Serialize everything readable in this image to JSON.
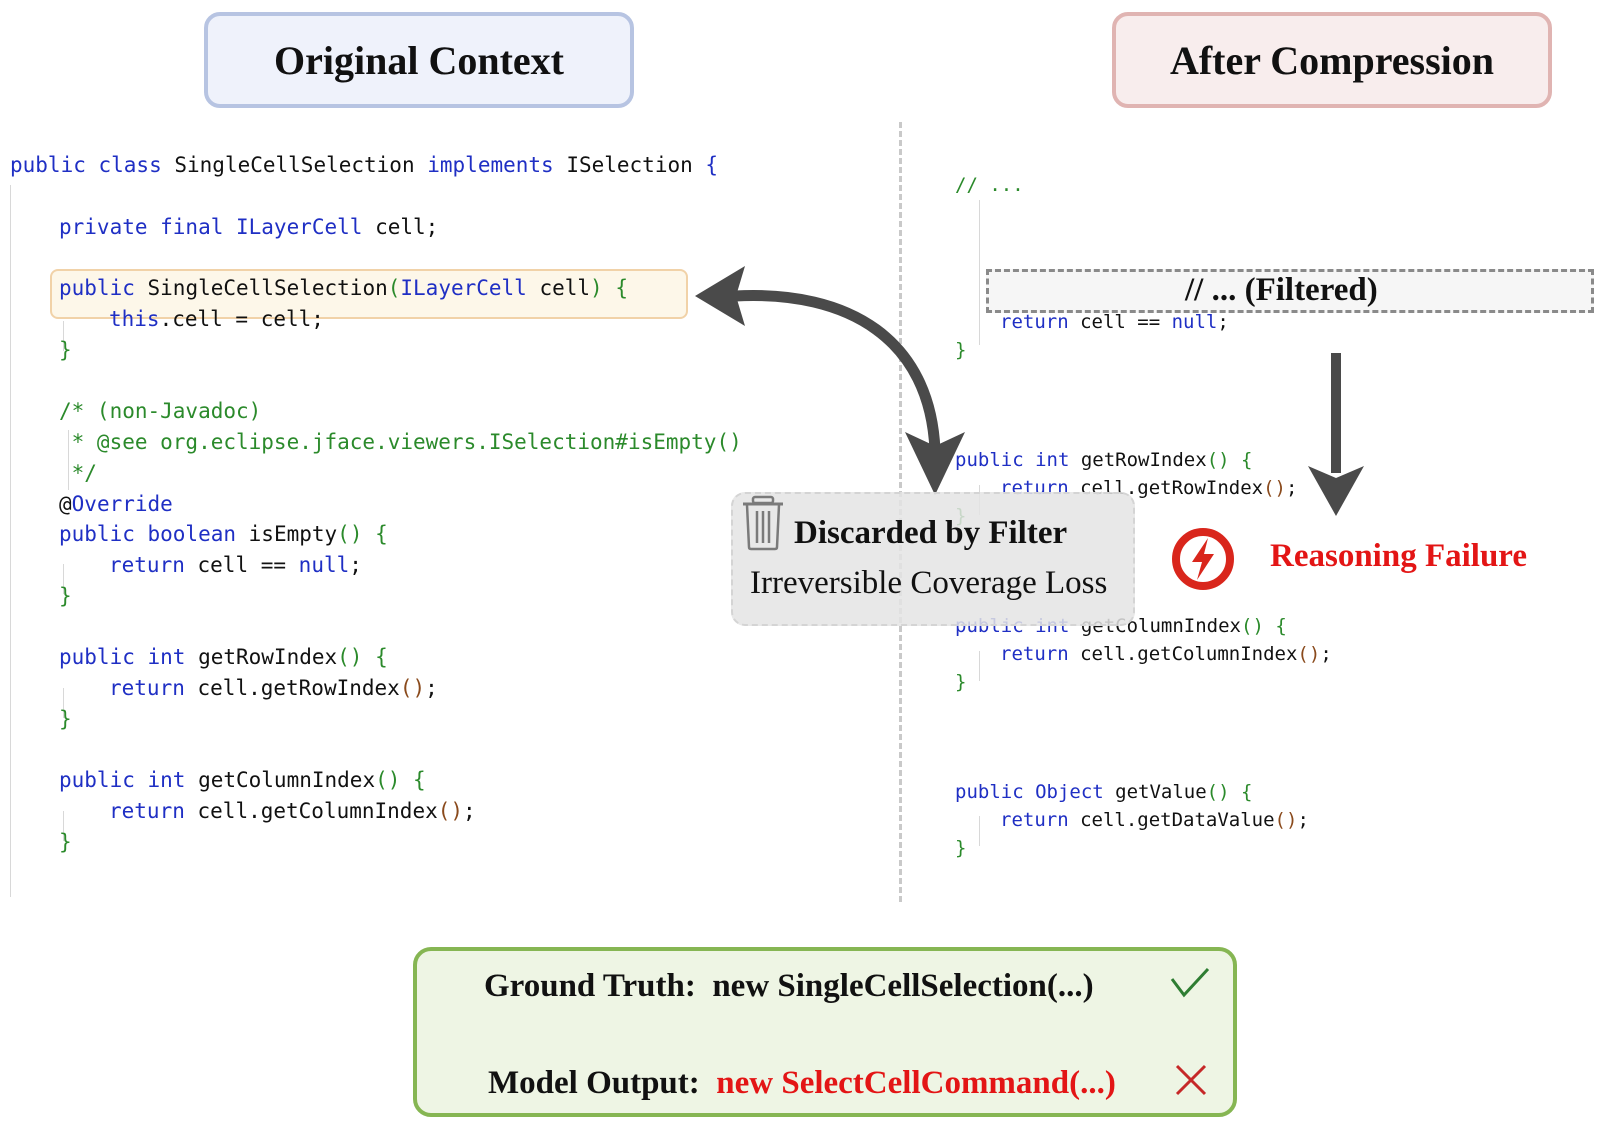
{
  "headers": {
    "left": "Original Context",
    "right": "After Compression"
  },
  "original_code": {
    "lines": [
      {
        "id": "class_decl",
        "tokens": [
          [
            "kw",
            "public class "
          ],
          [
            "tx",
            "SingleCellSelection "
          ],
          [
            "kw",
            "implements "
          ],
          [
            "tx",
            "ISelection "
          ],
          [
            "kw",
            "{"
          ]
        ]
      },
      {
        "id": "field",
        "tokens": [
          [
            "kw",
            "private final ILayerCell "
          ],
          [
            "tx",
            "cell;"
          ]
        ]
      },
      {
        "id": "ctor_decl",
        "tokens": [
          [
            "kw",
            "public "
          ],
          [
            "tx",
            "SingleCellSelection"
          ],
          [
            "br",
            "("
          ],
          [
            "kw",
            "ILayerCell "
          ],
          [
            "tx",
            "cell"
          ],
          [
            "br",
            ") {"
          ]
        ]
      },
      {
        "id": "ctor_body",
        "tokens": [
          [
            "kw",
            "this"
          ],
          [
            "tx",
            ".cell = cell;"
          ]
        ]
      },
      {
        "id": "ctor_close",
        "tokens": [
          [
            "br",
            "}"
          ]
        ]
      },
      {
        "id": "comment_1",
        "tokens": [
          [
            "cm",
            "/* (non-Javadoc)"
          ]
        ]
      },
      {
        "id": "comment_2",
        "tokens": [
          [
            "cm",
            " * @see org.eclipse.jface.viewers.ISelection#isEmpty()"
          ]
        ]
      },
      {
        "id": "comment_3",
        "tokens": [
          [
            "cm",
            " */"
          ]
        ]
      },
      {
        "id": "override",
        "tokens": [
          [
            "tx",
            "@"
          ],
          [
            "kw",
            "Override"
          ]
        ]
      },
      {
        "id": "isempty_decl",
        "tokens": [
          [
            "kw",
            "public boolean "
          ],
          [
            "tx",
            "isEmpty"
          ],
          [
            "br",
            "() {"
          ]
        ]
      },
      {
        "id": "isempty_body",
        "tokens": [
          [
            "kw",
            "return "
          ],
          [
            "tx",
            "cell == "
          ],
          [
            "kw",
            "null"
          ],
          [
            "tx",
            ";"
          ]
        ]
      },
      {
        "id": "isempty_close",
        "tokens": [
          [
            "br",
            "}"
          ]
        ]
      },
      {
        "id": "getrow_decl",
        "tokens": [
          [
            "kw",
            "public int "
          ],
          [
            "tx",
            "getRowIndex"
          ],
          [
            "br",
            "() {"
          ]
        ]
      },
      {
        "id": "getrow_body",
        "tokens": [
          [
            "kw",
            "return "
          ],
          [
            "tx",
            "cell.getRowIndex"
          ],
          [
            "pr",
            "()"
          ],
          [
            "tx",
            ";"
          ]
        ]
      },
      {
        "id": "getrow_close",
        "tokens": [
          [
            "br",
            "}"
          ]
        ]
      },
      {
        "id": "getcol_decl",
        "tokens": [
          [
            "kw",
            "public int "
          ],
          [
            "tx",
            "getColumnIndex"
          ],
          [
            "br",
            "() {"
          ]
        ]
      },
      {
        "id": "getcol_body",
        "tokens": [
          [
            "kw",
            "return "
          ],
          [
            "tx",
            "cell.getColumnIndex"
          ],
          [
            "pr",
            "()"
          ],
          [
            "tx",
            ";"
          ]
        ]
      },
      {
        "id": "getcol_close",
        "tokens": [
          [
            "br",
            "}"
          ]
        ]
      }
    ]
  },
  "compressed_code": {
    "lines": [
      {
        "id": "ellipsis_comment",
        "tokens": [
          [
            "cm",
            "// ..."
          ]
        ]
      },
      {
        "id": "return_null",
        "tokens": [
          [
            "kw",
            "return "
          ],
          [
            "tx",
            "cell == "
          ],
          [
            "kw",
            "null"
          ],
          [
            "tx",
            ";"
          ]
        ]
      },
      {
        "id": "close_1",
        "tokens": [
          [
            "br",
            "}"
          ]
        ]
      },
      {
        "id": "getrow_decl",
        "tokens": [
          [
            "kw",
            "public int "
          ],
          [
            "tx",
            "getRowIndex"
          ],
          [
            "br",
            "() {"
          ]
        ]
      },
      {
        "id": "getrow_body",
        "tokens": [
          [
            "kw",
            "return "
          ],
          [
            "tx",
            "cell.getRowIndex"
          ],
          [
            "pr",
            "()"
          ],
          [
            "tx",
            ";"
          ]
        ]
      },
      {
        "id": "getrow_close",
        "tokens": [
          [
            "br",
            "}"
          ]
        ]
      },
      {
        "id": "getcol_decl",
        "tokens": [
          [
            "kw",
            "public int "
          ],
          [
            "tx",
            "getColumnIndex"
          ],
          [
            "br",
            "() {"
          ]
        ]
      },
      {
        "id": "getcol_body",
        "tokens": [
          [
            "kw",
            "return "
          ],
          [
            "tx",
            "cell.getColumnIndex"
          ],
          [
            "pr",
            "()"
          ],
          [
            "tx",
            ";"
          ]
        ]
      },
      {
        "id": "getcol_close",
        "tokens": [
          [
            "br",
            "}"
          ]
        ]
      },
      {
        "id": "getvalue_decl",
        "tokens": [
          [
            "kw",
            "public Object "
          ],
          [
            "tx",
            "getValue"
          ],
          [
            "br",
            "() {"
          ]
        ]
      },
      {
        "id": "getvalue_body",
        "tokens": [
          [
            "kw",
            "return "
          ],
          [
            "tx",
            "cell.getDataValue"
          ],
          [
            "pr",
            "()"
          ],
          [
            "tx",
            ";"
          ]
        ]
      },
      {
        "id": "getvalue_close",
        "tokens": [
          [
            "br",
            "}"
          ]
        ]
      }
    ]
  },
  "annotations": {
    "filtered": "// ...  (Filtered)",
    "discard_title": "Discarded by Filter",
    "discard_subtitle": "Irreversible Coverage Loss",
    "discard_icon": "trash-icon",
    "failure_label": "Reasoning Failure",
    "failure_icon": "lightning-icon"
  },
  "result": {
    "ground_truth_label": "Ground Truth:",
    "ground_truth_value": "new SingleCellSelection(...)",
    "ground_truth_status": "check-icon",
    "model_output_label": "Model Output:",
    "model_output_value": "new SelectCellCommand(...)",
    "model_output_status": "cross-icon"
  },
  "colors": {
    "keyword": "#1f2fc4",
    "comment": "#2b8a2b",
    "paren": "#8a4a1c",
    "error_red": "#e31515",
    "success_green": "#2e7d32",
    "arrow_gray": "#4a4a4a"
  }
}
